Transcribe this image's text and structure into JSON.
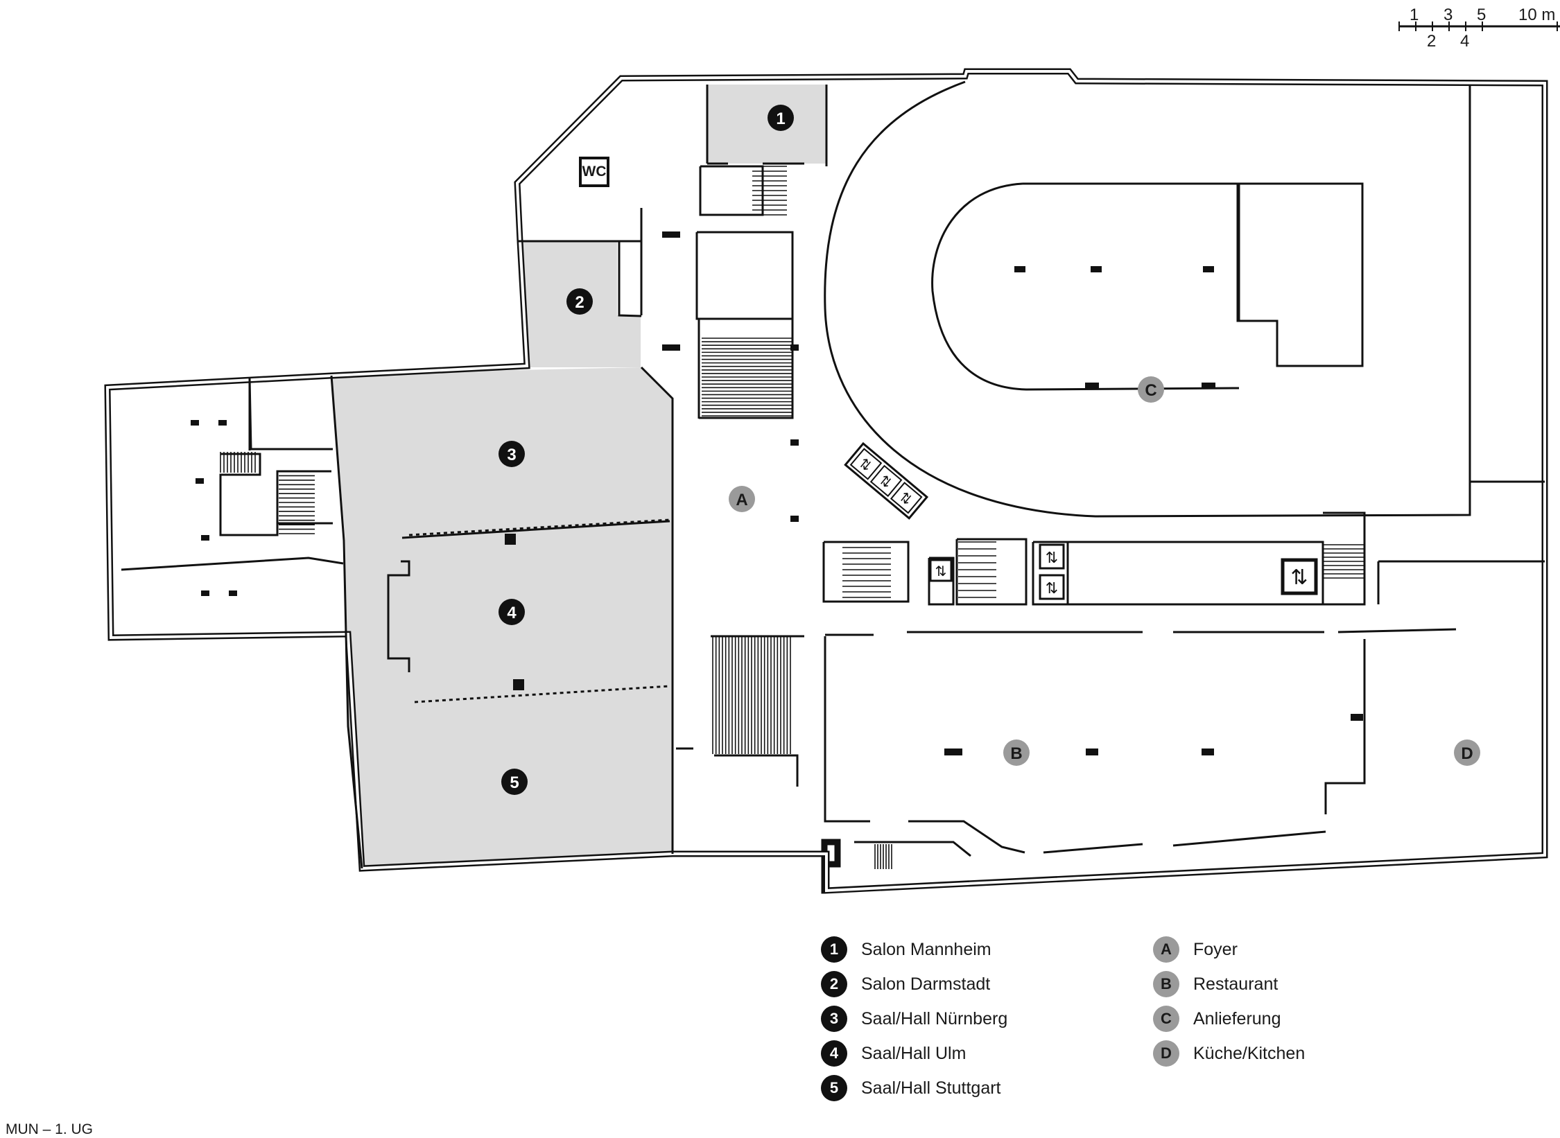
{
  "plan_title": "MUN – 1. UG",
  "wc_label": "WC",
  "scale": {
    "top_labels": [
      "1",
      "3",
      "5",
      "10 m"
    ],
    "bottom_labels": [
      "2",
      "4"
    ]
  },
  "rooms": [
    {
      "id": "1",
      "name": "Salon Mannheim",
      "kind": "event"
    },
    {
      "id": "2",
      "name": "Salon Darmstadt",
      "kind": "event"
    },
    {
      "id": "3",
      "name": "Saal/Hall Nürnberg",
      "kind": "event"
    },
    {
      "id": "4",
      "name": "Saal/Hall Ulm",
      "kind": "event"
    },
    {
      "id": "5",
      "name": "Saal/Hall Stuttgart",
      "kind": "event"
    }
  ],
  "areas": [
    {
      "id": "A",
      "name": "Foyer",
      "kind": "service"
    },
    {
      "id": "B",
      "name": "Restaurant",
      "kind": "service"
    },
    {
      "id": "C",
      "name": "Anlieferung",
      "kind": "service"
    },
    {
      "id": "D",
      "name": "Küche/Kitchen",
      "kind": "service"
    }
  ],
  "colors": {
    "event_room_fill": "#dcdcdc",
    "dark_marker": "#111111",
    "light_marker": "#9a9a9a"
  }
}
